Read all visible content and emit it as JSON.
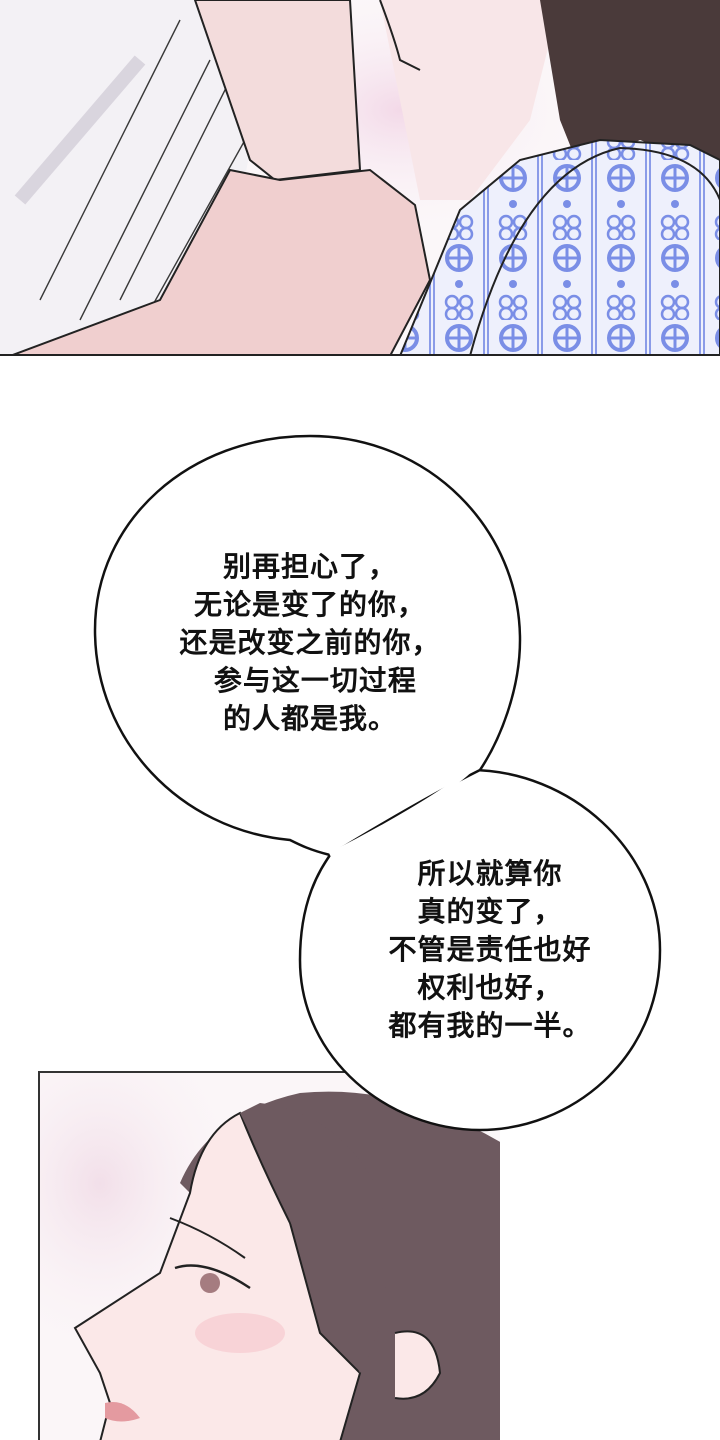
{
  "page": {
    "type": "webtoon-page",
    "background": "#ffffff"
  },
  "panels": [
    {
      "id": "top",
      "description": "Close-up: a hand gripping another's wrist near a woman's chin; woman wearing a blue-patterned patient gown",
      "colors": {
        "skin": "#f1d6d4",
        "gown_pattern": "#7a8ee6",
        "gown_base": "#e9ecfb",
        "hair": "#4a3a3a",
        "sleeve": "#ece8ee"
      }
    },
    {
      "id": "bottom",
      "description": "Profile of a dark-haired woman looking up",
      "colors": {
        "skin": "#fbe8e8",
        "hair": "#6e5a60",
        "lips": "#e49aa0",
        "background_sparkle": "#f2dfe9"
      }
    }
  ],
  "bubbles": [
    {
      "id": "bubble-1",
      "lines": [
        "别再担心了，",
        "无论是变了的你，",
        "还是改变之前的你，",
        "参与这一切过程",
        "的人都是我。"
      ]
    },
    {
      "id": "bubble-2",
      "lines": [
        "所以就算你",
        "真的变了，",
        "不管是责任也好",
        "权利也好，",
        "都有我的一半。"
      ]
    }
  ],
  "text": {
    "bubble1": "别再担心了，\n无论是变了的你，\n还是改变之前的你，\n 参与这一切过程\n的人都是我。",
    "bubble2": "所以就算你\n真的变了，\n不管是责任也好\n权利也好，\n都有我的一半。"
  }
}
